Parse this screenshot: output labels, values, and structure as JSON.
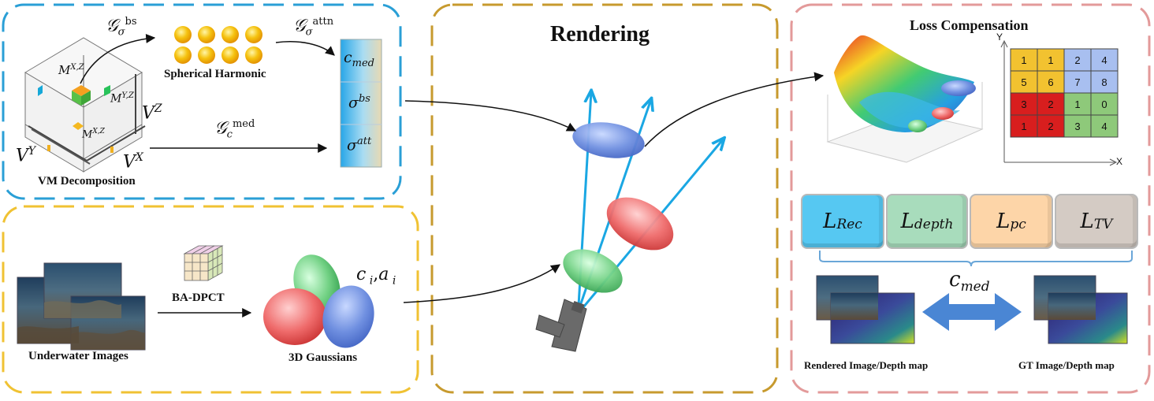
{
  "panels": {
    "vm": {
      "label": "VM Decomposition"
    },
    "input": {
      "images_label": "Underwater Images",
      "method_label": "BA-DPCT",
      "gaussians_label": "3D Gaussians",
      "ci_label": "c i, a i"
    },
    "rendering": {
      "title": "Rendering"
    },
    "loss": {
      "title": "Loss Compensation",
      "rendered_label": "Rendered Image/Depth map",
      "gt_label": "GT Image/Depth map",
      "cmed_label": "c med"
    }
  },
  "vm_labels": {
    "mxz_top": "M X,Z",
    "myz": "M Y,Z",
    "mxz_bottom": "M X,Z",
    "vz": "V Z",
    "vy": "V Y",
    "vx": "V X"
  },
  "functions": {
    "g_bs": {
      "main": "𝒢",
      "sub": "σ",
      "sup": "bs"
    },
    "g_attn": {
      "main": "𝒢",
      "sub": "σ",
      "sup": "attn"
    },
    "g_med": {
      "main": "𝒢",
      "sub": "c",
      "sup": "med"
    }
  },
  "sh_label": "Spherical Harmonic",
  "param_stack": [
    "c med",
    "σ bs",
    "σ att"
  ],
  "losses": [
    {
      "main": "L",
      "sub": "Rec",
      "color": "#56c8f2"
    },
    {
      "main": "L",
      "sub": "depth",
      "color": "#a8dcbc"
    },
    {
      "main": "L",
      "sub": "pc",
      "color": "#fdd5a8"
    },
    {
      "main": "L",
      "sub": "TV",
      "color": "#d4cbc4"
    }
  ],
  "grid": {
    "y_axis": "Y",
    "x_axis": "X",
    "rows": [
      [
        "1",
        "1",
        "2",
        "4"
      ],
      [
        "5",
        "6",
        "7",
        "8"
      ],
      [
        "3",
        "2",
        "1",
        "0"
      ],
      [
        "1",
        "2",
        "3",
        "4"
      ]
    ],
    "colors": [
      [
        "#f2c230",
        "#f2c230",
        "#a8bff0",
        "#a8bff0"
      ],
      [
        "#f2c230",
        "#f2c230",
        "#a8bff0",
        "#a8bff0"
      ],
      [
        "#d81e1e",
        "#d81e1e",
        "#8ec97a",
        "#8ec97a"
      ],
      [
        "#d81e1e",
        "#d81e1e",
        "#8ec97a",
        "#8ec97a"
      ]
    ]
  },
  "colors": {
    "vm_border": "#2a9fd6",
    "input_border": "#f0c233",
    "render_border": "#c79a2e",
    "loss_border": "#e39a9a",
    "ray": "#1aa7e3",
    "arrow_blue": "#4a86d4"
  }
}
